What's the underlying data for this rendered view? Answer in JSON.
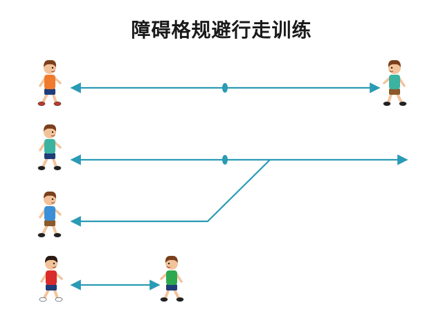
{
  "title": "障碍格规避行走训练",
  "colors": {
    "line": "#2a9bb5",
    "skin": "#f2c39b",
    "hair": "#7a3f1c",
    "hair_dark": "#2b1a12"
  },
  "figures": [
    {
      "id": "row1-left",
      "shirt": "#f07b2c",
      "shorts": "#1f3d78",
      "shoes": "#c0392b",
      "hair": "hair"
    },
    {
      "id": "row1-right",
      "shirt": "#3bb3a0",
      "shorts": "#8a5a2b",
      "shoes": "#222222",
      "hair": "hair"
    },
    {
      "id": "row2-left",
      "shirt": "#3bb3a0",
      "shorts": "#1f3d78",
      "shoes": "#222222",
      "hair": "hair"
    },
    {
      "id": "row3-left",
      "shirt": "#3a8fd6",
      "shorts": "#8a5a2b",
      "shoes": "#222222",
      "hair": "hair"
    },
    {
      "id": "row4-left",
      "shirt": "#d92b2b",
      "shorts": "#1f3d78",
      "shoes": "#ffffff",
      "hair": "hair_dark"
    },
    {
      "id": "row4-right",
      "shirt": "#2ea84f",
      "shorts": "#1f3d78",
      "shoes": "#222222",
      "hair": "hair"
    }
  ]
}
